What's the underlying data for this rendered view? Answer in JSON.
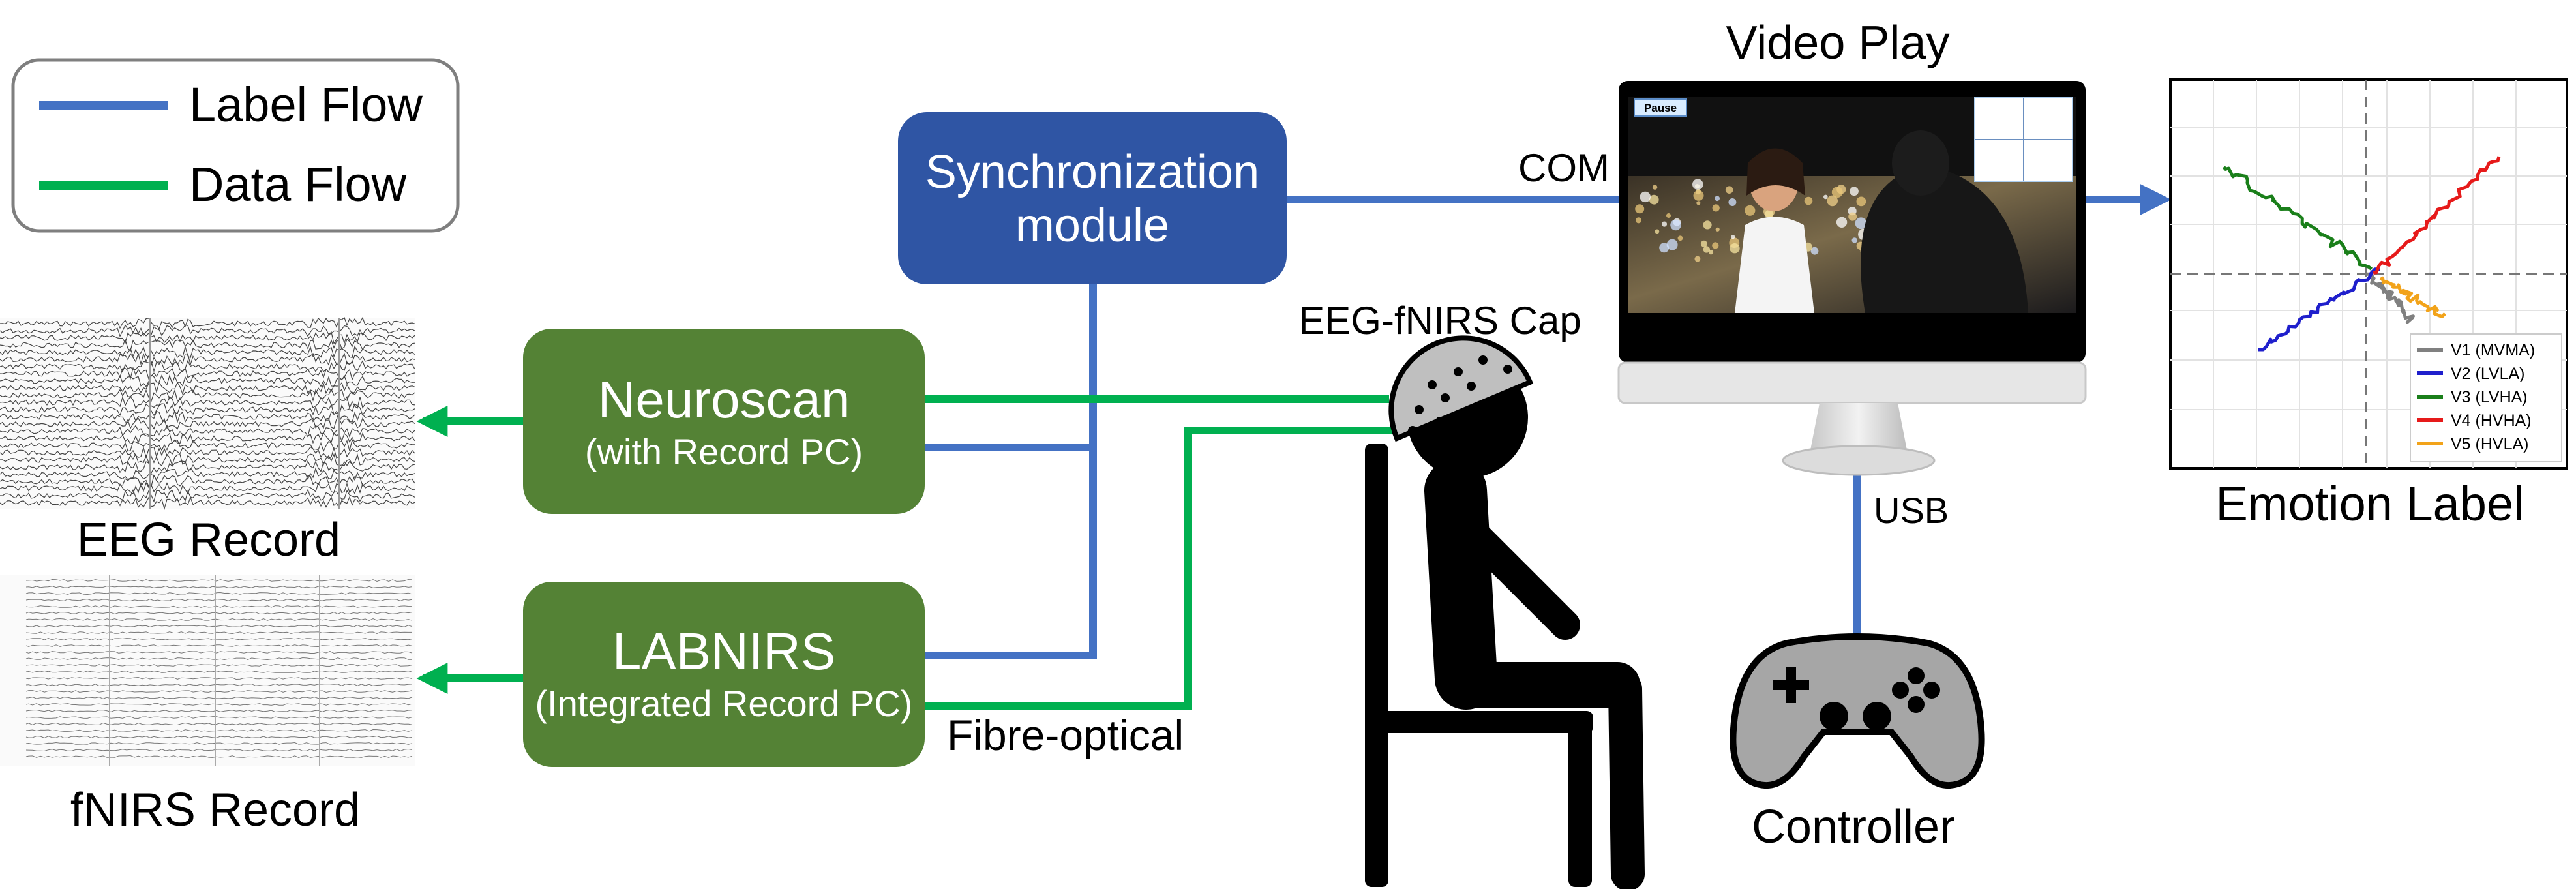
{
  "legend": {
    "label_flow": "Label Flow",
    "data_flow": "Data Flow",
    "label_color": "#4472C4",
    "data_color": "#00B050"
  },
  "boxes": {
    "sync_line1": "Synchronization",
    "sync_line2": "module",
    "neuroscan_title": "Neuroscan",
    "neuroscan_sub": "(with Record PC)",
    "labnirs_title": "LABNIRS",
    "labnirs_sub": "(Integrated Record PC)",
    "sync_color": "#2F55A4",
    "device_color": "#548235"
  },
  "connections": {
    "com": "COM",
    "usb": "USB",
    "fibre": "Fibre-optical"
  },
  "devices": {
    "video_title": "Video Play",
    "pause_button": "Pause",
    "cap_label": "EEG-fNIRS Cap",
    "controller_label": "Controller",
    "controller_color": "#A6A6A6"
  },
  "records": {
    "eeg": "EEG Record",
    "fnirs": "fNIRS Record"
  },
  "emotion_chart": {
    "title": "Emotion Label",
    "legend": [
      {
        "name": "V1 (MVMA)",
        "color": "#808080"
      },
      {
        "name": "V2 (LVLA)",
        "color": "#1F1FCC"
      },
      {
        "name": "V3 (LVHA)",
        "color": "#1A7F1A"
      },
      {
        "name": "V4 (HVHA)",
        "color": "#E61A1A"
      },
      {
        "name": "V5 (HVLA)",
        "color": "#F2A31A"
      }
    ]
  }
}
